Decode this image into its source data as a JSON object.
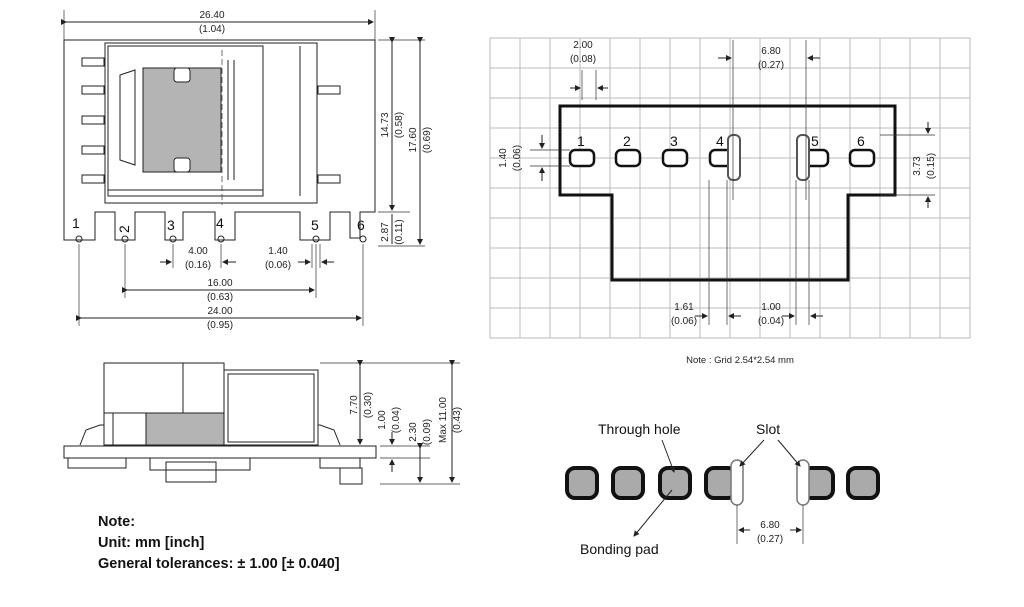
{
  "top_view": {
    "overall_width": "26.40",
    "overall_width_in": "(1.04)",
    "pin_labels": [
      "1",
      "2",
      "3",
      "4",
      "5",
      "6"
    ],
    "height_a": "14.73",
    "height_a_in": "(0.58)",
    "height_b": "17.60",
    "height_b_in": "(0.69)",
    "pin_len": "2.87",
    "pin_len_in": "(0.11)",
    "pitch": "4.00",
    "pitch_in": "(0.16)",
    "pin_width": "1.40",
    "pin_width_in": "(0.06)",
    "span_16": "16.00",
    "span_16_in": "(0.63)",
    "span_24": "24.00",
    "span_24_in": "(0.95)"
  },
  "footprint": {
    "pad_pitch": "2.00",
    "pad_pitch_in": "(0.08)",
    "slot_dist": "6.80",
    "slot_dist_in": "(0.27)",
    "pad_labels": [
      "1",
      "2",
      "3",
      "4",
      "5",
      "6"
    ],
    "pad_height": "1.40",
    "pad_height_in": "(0.06)",
    "outline_offset": "3.73",
    "outline_offset_in": "(0.15)",
    "slot_width": "1.61",
    "slot_width_in": "(0.06)",
    "slot_gap": "1.00",
    "slot_gap_in": "(0.04)",
    "grid_note": "Note : Grid 2.54*2.54 mm"
  },
  "side_view": {
    "h1": "7.70",
    "h1_in": "(0.30)",
    "h2": "1.00",
    "h2_in": "(0.04)",
    "h3": "2.30",
    "h3_in": "(0.09)",
    "max_h": "Max 11.00",
    "max_h_in": "(0.43)"
  },
  "pad_detail": {
    "through_hole": "Through hole",
    "slot": "Slot",
    "bonding_pad": "Bonding pad",
    "slot_dist": "6.80",
    "slot_dist_in": "(0.27)"
  },
  "notes": {
    "title": "Note:",
    "unit": "Unit: mm [inch]",
    "tolerance": "General tolerances: ± 1.00 [± 0.040]"
  },
  "colors": {
    "pad_fill": "#aaaaaa",
    "grid": "#bbbbbb",
    "core_fill": "#b4b4b4"
  }
}
